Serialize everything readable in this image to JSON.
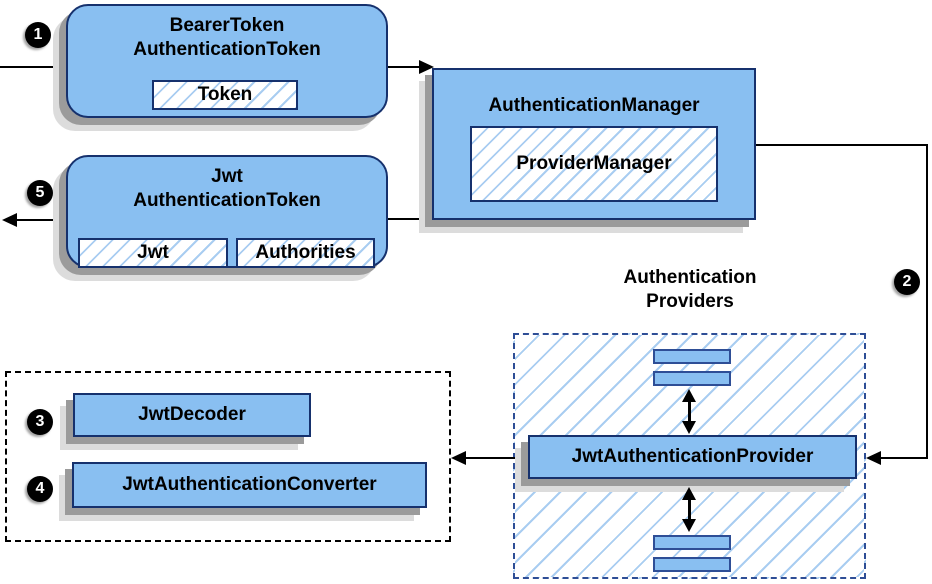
{
  "colors": {
    "box_fill": "#89BFF1",
    "box_border": "#16316D",
    "hatch_line": "#A9CDF1",
    "dashed_blue_border": "#2E4E96",
    "dashed_black_border": "#000000",
    "arrow_line": "#000000",
    "shadow_dark": "#9B9B9B",
    "shadow_light": "#DCDCDC",
    "step_circle_fill": "#000000",
    "step_circle_digit": "#FFFFFF"
  },
  "steps": {
    "s1": "1",
    "s2": "2",
    "s3": "3",
    "s4": "4",
    "s5": "5"
  },
  "bearer_token_box": {
    "title_line1": "BearerToken",
    "title_line2": "AuthenticationToken",
    "field_token": "Token"
  },
  "auth_manager_box": {
    "title": "AuthenticationManager",
    "inner": "ProviderManager"
  },
  "jwt_token_box": {
    "title_line1": "Jwt",
    "title_line2": "AuthenticationToken",
    "field_jwt": "Jwt",
    "field_authorities": "Authorities"
  },
  "providers_group": {
    "label_line1": "Authentication",
    "label_line2": "Providers",
    "provider": "JwtAuthenticationProvider"
  },
  "decoder_group": {
    "decoder": "JwtDecoder",
    "converter": "JwtAuthenticationConverter"
  }
}
